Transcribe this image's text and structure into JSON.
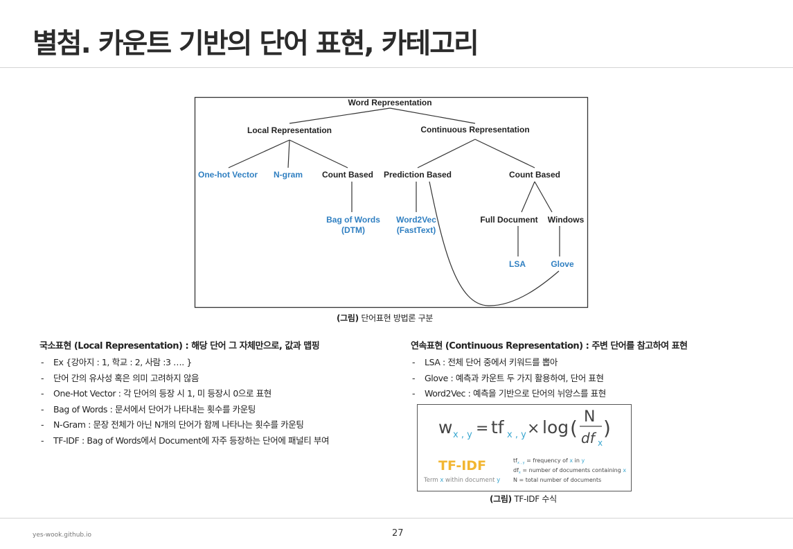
{
  "slide": {
    "title": "별첨. 카운트 기반의 단어 표현, 카테고리",
    "footer_url": "yes-wook.github.io",
    "page_number": "27"
  },
  "tree": {
    "root": "Word Representation",
    "local": "Local Representation",
    "continuous": "Continuous Representation",
    "one_hot": "One-hot Vector",
    "ngram": "N-gram",
    "count_based_local": "Count Based",
    "prediction_based": "Prediction Based",
    "count_based_cont": "Count Based",
    "bow_line1": "Bag of Words",
    "bow_line2": "(DTM)",
    "w2v_line1": "Word2Vec",
    "w2v_line2": "(FastText)",
    "full_document": "Full Document",
    "windows": "Windows",
    "lsa": "LSA",
    "glove": "Glove",
    "caption_prefix": "(그림)",
    "caption_text": "단어표현 방법론 구분"
  },
  "local_section": {
    "heading": "국소표현 (Local Representation) : 해당 단어 그 자체만으로, 값과 맵핑",
    "items": [
      "Ex {강아지 : 1, 학교 : 2, 사람 :3 …. }",
      "단어 간의 유사성 혹은 의미 고려하지 않음",
      "One-Hot Vector : 각 단어의 등장 시 1, 미 등장시 0으로 표현",
      "Bag of Words : 문서에서 단어가 나타내는 횟수를 카운팅",
      "N-Gram : 문장 전체가 아닌 N개의 단어가 함께 나타나는 횟수를 카운팅",
      "TF-IDF : Bag of Words에서 Document에 자주 등장하는 단어에 패널티 부여"
    ]
  },
  "continuous_section": {
    "heading": "연속표현 (Continuous Representation) : 주변 단어를 참고하여 표현",
    "items": [
      "LSA : 전체 단어 중에서 키워드를 뽑아",
      "Glove : 예측과 카운트 두 가지 활용하여, 단어 표현",
      "Word2Vec : 예측을 기반으로 단어의 뉘앙스를 표현"
    ]
  },
  "formula": {
    "w": "w",
    "tf": "tf",
    "sub_xy": "x , y",
    "equals": "=",
    "times": "×",
    "log": "log",
    "open_paren": "(",
    "close_paren": ")",
    "numerator": "N",
    "denominator": "df",
    "sub_x": "x",
    "tfidf_label": "TF-IDF",
    "term_prefix": "Term ",
    "term_x": "x",
    "term_suffix": " within document ",
    "term_y": "y",
    "leg1_sym": "tf",
    "leg1_sub": "x , y",
    "leg1_text": " = frequency of ",
    "leg1_x": "x",
    "leg1_in": " in ",
    "leg1_y": "y",
    "leg2_sym": "df",
    "leg2_sub": "x",
    "leg2_text": " = number of documents containing ",
    "leg2_x": "x",
    "leg3_text": "N = total number of documents",
    "caption_prefix": "(그림)",
    "caption_text": "TF-IDF 수식"
  },
  "colors": {
    "blue_node": "#2f7fc1",
    "tfidf_gold": "#f2b632",
    "formula_accent": "#3aa7d0"
  }
}
